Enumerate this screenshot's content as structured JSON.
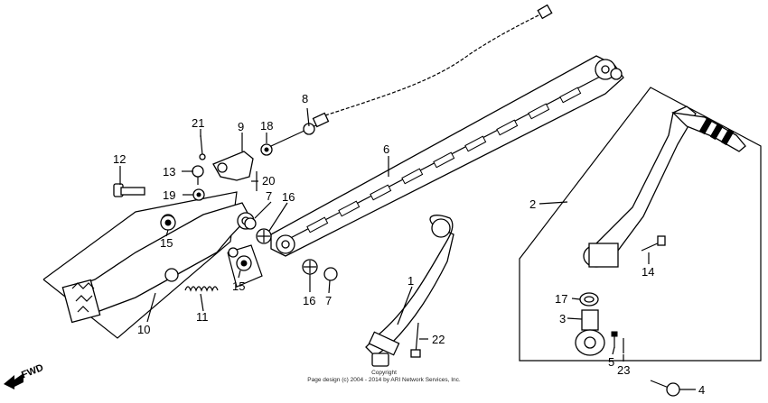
{
  "callouts": [
    {
      "id": "c1",
      "text": "1"
    },
    {
      "id": "c2",
      "text": "2"
    },
    {
      "id": "c3",
      "text": "3"
    },
    {
      "id": "c4",
      "text": "4"
    },
    {
      "id": "c5",
      "text": "5"
    },
    {
      "id": "c6",
      "text": "6"
    },
    {
      "id": "c7a",
      "text": "7"
    },
    {
      "id": "c7b",
      "text": "7"
    },
    {
      "id": "c8",
      "text": "8"
    },
    {
      "id": "c9",
      "text": "9"
    },
    {
      "id": "c10",
      "text": "10"
    },
    {
      "id": "c11",
      "text": "11"
    },
    {
      "id": "c12",
      "text": "12"
    },
    {
      "id": "c13",
      "text": "13"
    },
    {
      "id": "c14",
      "text": "14"
    },
    {
      "id": "c15a",
      "text": "15"
    },
    {
      "id": "c15b",
      "text": "15"
    },
    {
      "id": "c16a",
      "text": "16"
    },
    {
      "id": "c16b",
      "text": "16"
    },
    {
      "id": "c17",
      "text": "17"
    },
    {
      "id": "c18",
      "text": "18"
    },
    {
      "id": "c19",
      "text": "19"
    },
    {
      "id": "c20",
      "text": "20"
    },
    {
      "id": "c21",
      "text": "21"
    },
    {
      "id": "c22",
      "text": "22"
    },
    {
      "id": "c23",
      "text": "23"
    }
  ],
  "fwd_label": "FWD",
  "copyright_line1": "Copyright",
  "copyright_line2": "Page design (c) 2004 - 2014 by ARI Network Services, Inc."
}
